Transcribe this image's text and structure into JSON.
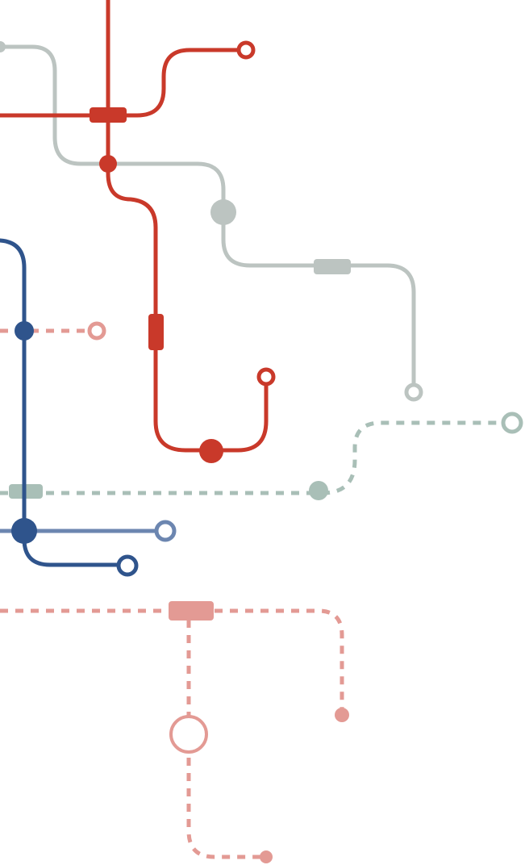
{
  "colors": {
    "red": "#c9392a",
    "gray": "#bcc4c1",
    "blue": "#2f548c",
    "light_blue": "#6c86b0",
    "pink": "#e39a94",
    "sage": "#a9bfb7",
    "background": "#ffffff"
  },
  "lines": [
    {
      "name": "red-line",
      "color": "red",
      "style": "solid"
    },
    {
      "name": "red-branch-line",
      "color": "red",
      "style": "solid"
    },
    {
      "name": "gray-line",
      "color": "gray",
      "style": "solid"
    },
    {
      "name": "blue-line",
      "color": "blue",
      "style": "solid"
    },
    {
      "name": "light-blue-line",
      "color": "light_blue",
      "style": "solid"
    },
    {
      "name": "pink-short-line",
      "color": "pink",
      "style": "dashed"
    },
    {
      "name": "pink-line",
      "color": "pink",
      "style": "dashed"
    },
    {
      "name": "sage-line",
      "color": "sage",
      "style": "dashed"
    }
  ]
}
